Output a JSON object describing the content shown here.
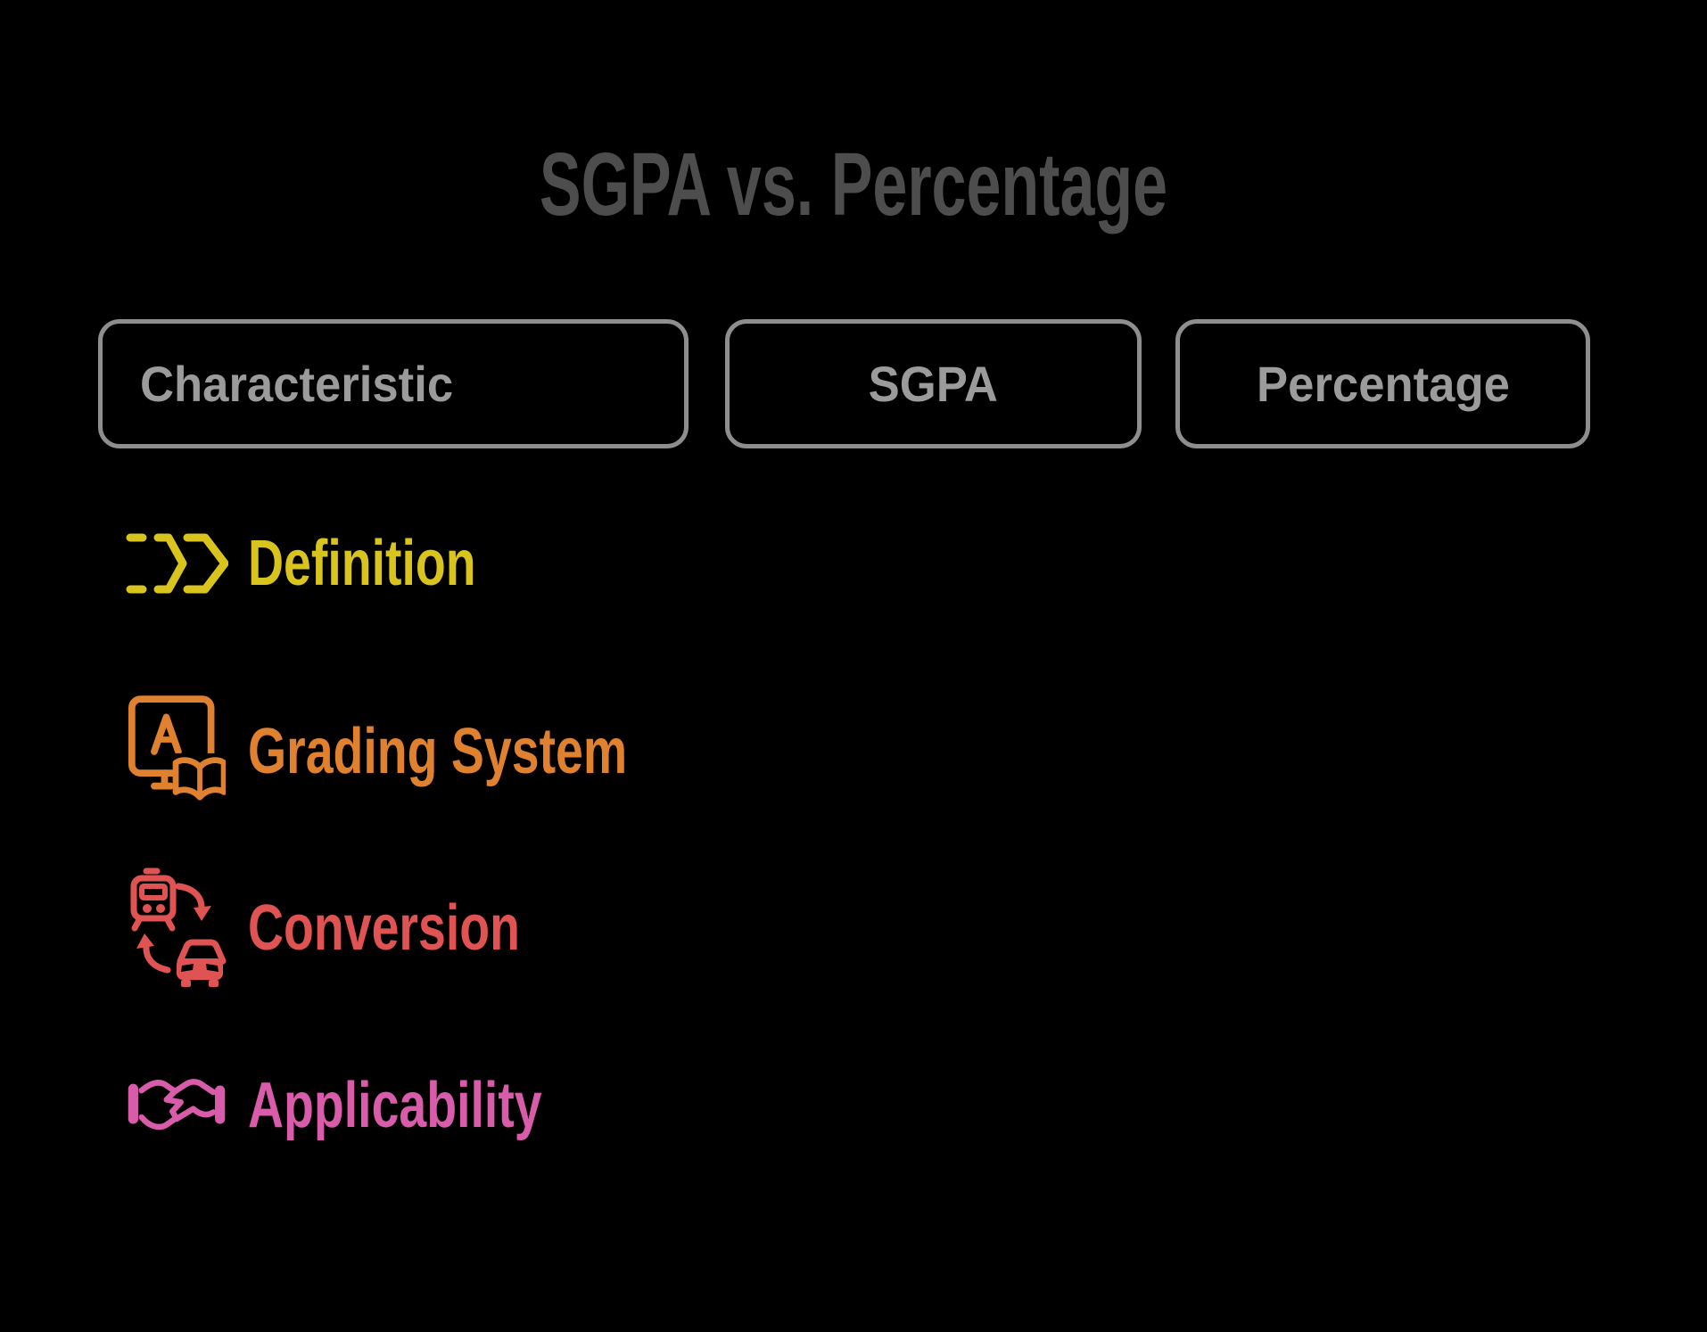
{
  "title": {
    "text": "SGPA vs. Percentage"
  },
  "colors": {
    "background": "#000000",
    "title_text": "#4d4d4d",
    "header_border": "#8e8e8e",
    "header_text": "#9b9b9b",
    "definition_yellow": "#d8c41d",
    "grading_orange": "#df812e",
    "conversion_red": "#df5353",
    "applicability_pink": "#d95cab"
  },
  "header": {
    "columns": [
      {
        "label": "Characteristic"
      },
      {
        "label": "SGPA"
      },
      {
        "label": "Percentage"
      }
    ]
  },
  "rows": [
    {
      "label": "Definition",
      "icon": "fast-forward-chevrons-icon",
      "color": "#d8c41d"
    },
    {
      "label": "Grading System",
      "icon": "monitor-grade-book-icon",
      "color": "#df812e"
    },
    {
      "label": "Conversion",
      "icon": "train-car-exchange-icon",
      "color": "#df5353"
    },
    {
      "label": "Applicability",
      "icon": "handshake-icon",
      "color": "#d95cab"
    }
  ]
}
